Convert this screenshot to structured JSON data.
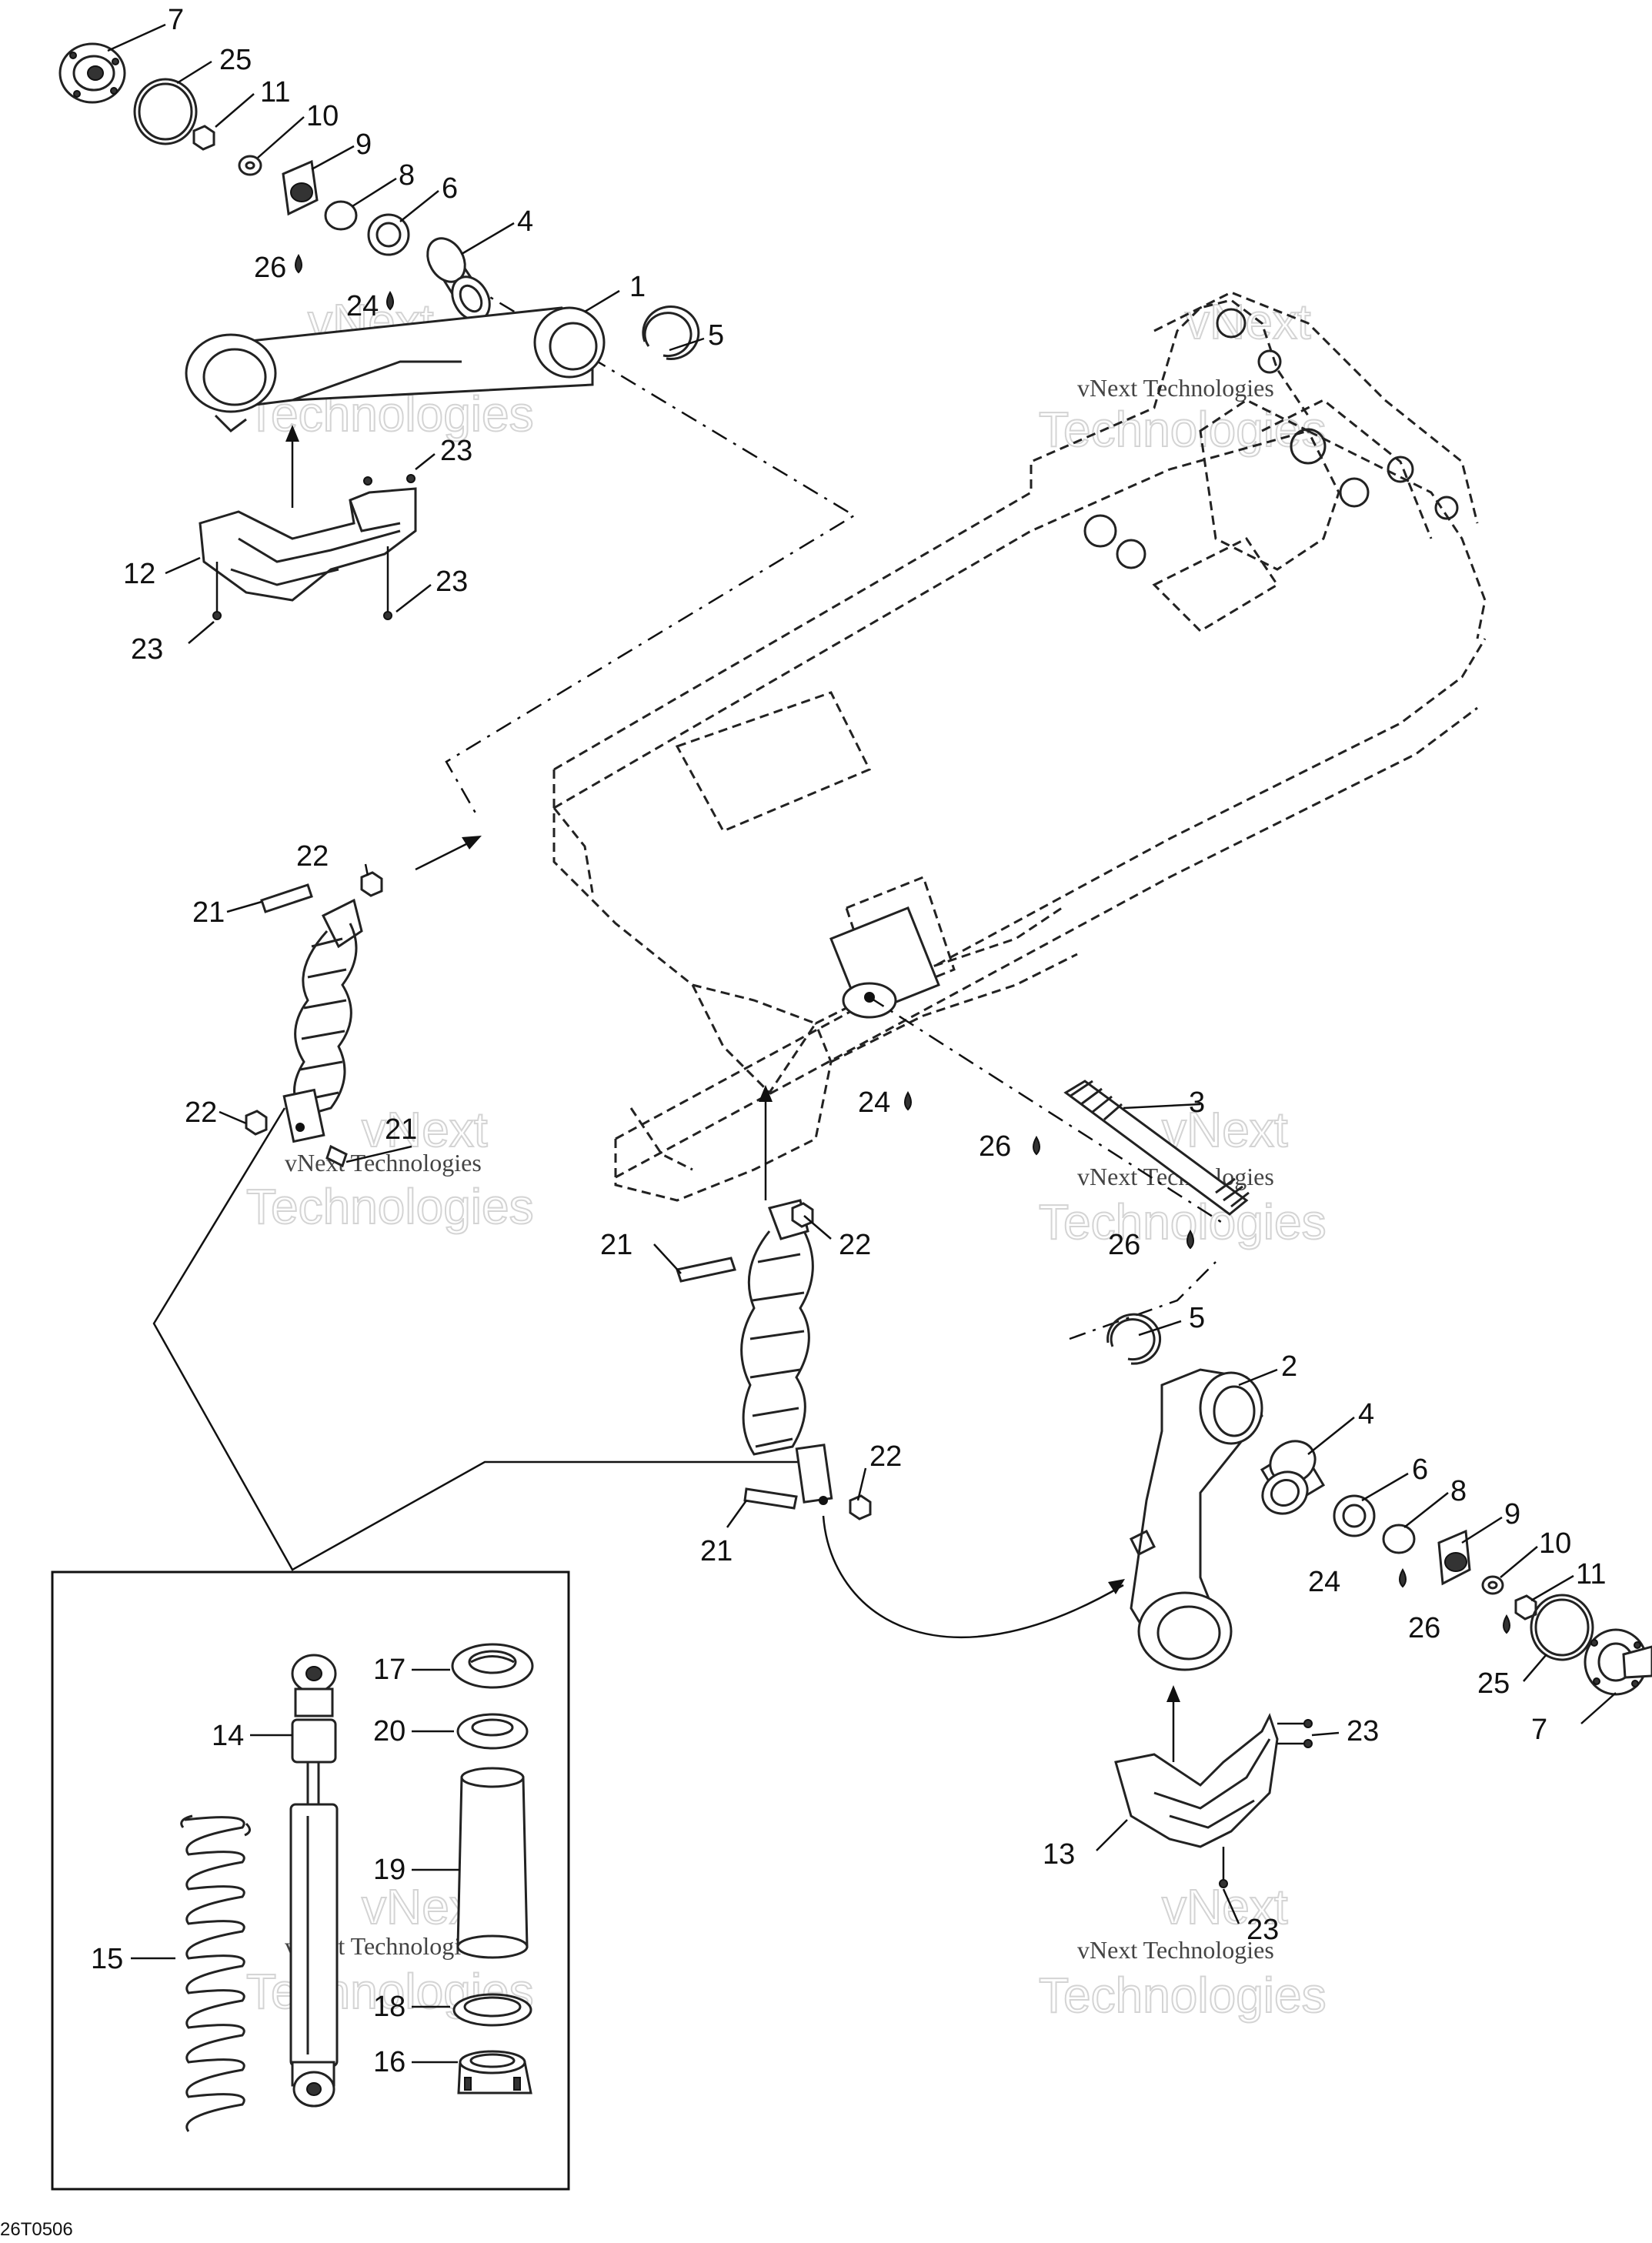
{
  "diagram_code": "26T0506",
  "watermark": {
    "line1": "vNext Technologies",
    "line2": "vNext",
    "line3": "Technologies"
  },
  "callouts": [
    {
      "id": "c-7-a",
      "label": "7"
    },
    {
      "id": "c-25-a",
      "label": "25"
    },
    {
      "id": "c-11-a",
      "label": "11"
    },
    {
      "id": "c-10-a",
      "label": "10"
    },
    {
      "id": "c-9-a",
      "label": "9"
    },
    {
      "id": "c-8-a",
      "label": "8"
    },
    {
      "id": "c-6-a",
      "label": "6"
    },
    {
      "id": "c-4-a",
      "label": "4"
    },
    {
      "id": "c-26-a",
      "label": "26"
    },
    {
      "id": "c-24-a",
      "label": "24"
    },
    {
      "id": "c-1",
      "label": "1"
    },
    {
      "id": "c-5-a",
      "label": "5"
    },
    {
      "id": "c-23-a",
      "label": "23"
    },
    {
      "id": "c-12",
      "label": "12"
    },
    {
      "id": "c-23-b",
      "label": "23"
    },
    {
      "id": "c-23-c",
      "label": "23"
    },
    {
      "id": "c-22-a",
      "label": "22"
    },
    {
      "id": "c-21-a",
      "label": "21"
    },
    {
      "id": "c-22-b",
      "label": "22"
    },
    {
      "id": "c-21-b",
      "label": "21"
    },
    {
      "id": "c-24-b",
      "label": "24"
    },
    {
      "id": "c-3",
      "label": "3"
    },
    {
      "id": "c-26-b",
      "label": "26"
    },
    {
      "id": "c-26-c",
      "label": "26"
    },
    {
      "id": "c-21-c",
      "label": "21"
    },
    {
      "id": "c-22-c",
      "label": "22"
    },
    {
      "id": "c-5-b",
      "label": "5"
    },
    {
      "id": "c-2",
      "label": "2"
    },
    {
      "id": "c-4-b",
      "label": "4"
    },
    {
      "id": "c-22-d",
      "label": "22"
    },
    {
      "id": "c-6-b",
      "label": "6"
    },
    {
      "id": "c-8-b",
      "label": "8"
    },
    {
      "id": "c-9-b",
      "label": "9"
    },
    {
      "id": "c-21-d",
      "label": "21"
    },
    {
      "id": "c-10-b",
      "label": "10"
    },
    {
      "id": "c-24-c",
      "label": "24"
    },
    {
      "id": "c-11-b",
      "label": "11"
    },
    {
      "id": "c-26-d",
      "label": "26"
    },
    {
      "id": "c-25-b",
      "label": "25"
    },
    {
      "id": "c-7-b",
      "label": "7"
    },
    {
      "id": "c-23-d",
      "label": "23"
    },
    {
      "id": "c-13",
      "label": "13"
    },
    {
      "id": "c-23-e",
      "label": "23"
    },
    {
      "id": "c-17",
      "label": "17"
    },
    {
      "id": "c-14",
      "label": "14"
    },
    {
      "id": "c-20",
      "label": "20"
    },
    {
      "id": "c-19",
      "label": "19"
    },
    {
      "id": "c-15",
      "label": "15"
    },
    {
      "id": "c-18",
      "label": "18"
    },
    {
      "id": "c-16",
      "label": "16"
    }
  ]
}
